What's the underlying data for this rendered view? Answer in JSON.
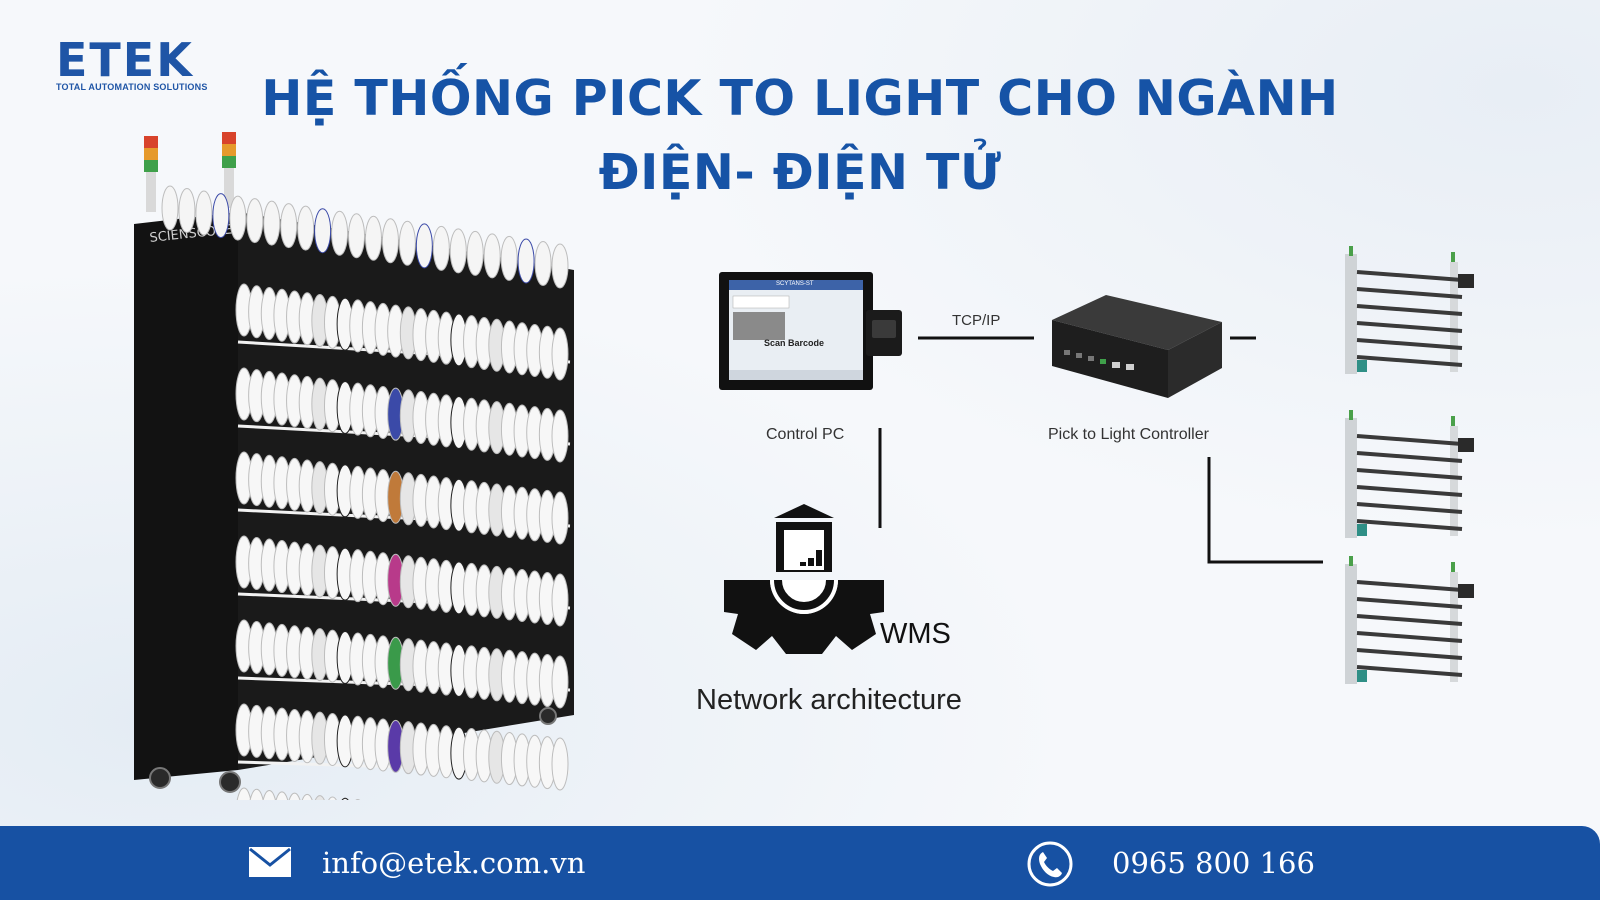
{
  "logo": {
    "word": "ETEK",
    "tagline": "TOTAL AUTOMATION SOLUTIONS"
  },
  "title": {
    "line1": "HỆ THỐNG PICK TO LIGHT CHO NGÀNH",
    "line2": "ĐIỆN- ĐIỆN TỬ"
  },
  "rack": {
    "brand": "SCIENSCOPE"
  },
  "diagram": {
    "control_pc": {
      "label": "Control PC",
      "screen_title": "SCYTANS-ST",
      "screen_text": "Scan Barcode"
    },
    "link_label": "TCP/IP",
    "controller": {
      "label": "Pick to Light Controller"
    },
    "wms_label": "WMS",
    "caption": "Network architecture"
  },
  "footer": {
    "email": "info@etek.com.vn",
    "phone": "0965 800 166"
  },
  "colors": {
    "brand_blue": "#1653a6",
    "footer_blue": "#1751a3"
  }
}
